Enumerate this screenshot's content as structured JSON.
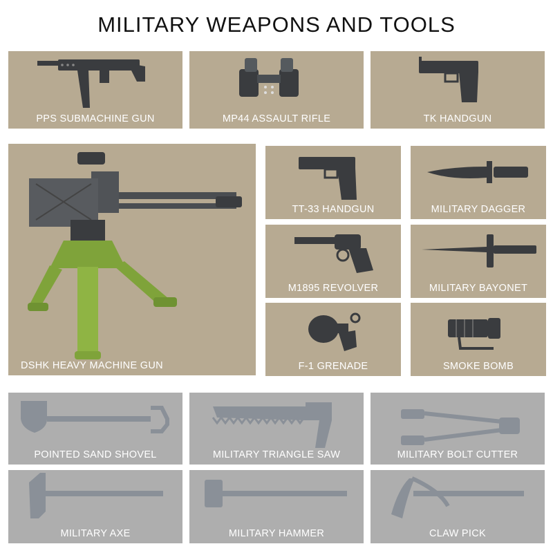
{
  "title": "MILITARY WEAPONS AND TOOLS",
  "colors": {
    "weapon_panel": "#b7aa92",
    "tool_panel": "#aeaeae",
    "weapon_part": "#3a3c3f",
    "tool_part": "#8a9098",
    "tripod": "#7fa33a"
  },
  "items": [
    {
      "label": "PPS SUBMACHINE GUN",
      "icon": "submachine-gun"
    },
    {
      "label": "MP44 ASSAULT RIFLE",
      "icon": "binoculars"
    },
    {
      "label": "TK HANDGUN",
      "icon": "handgun"
    },
    {
      "label": "DSHK HEAVY MACHINE GUN",
      "icon": "heavy-machine-gun"
    },
    {
      "label": "TT-33  HANDGUN",
      "icon": "handgun"
    },
    {
      "label": "MILITARY DAGGER",
      "icon": "dagger"
    },
    {
      "label": "M1895 REVOLVER",
      "icon": "revolver"
    },
    {
      "label": "MILITARY BAYONET",
      "icon": "bayonet"
    },
    {
      "label": "F-1 GRENADE",
      "icon": "grenade"
    },
    {
      "label": "SMOKE BOMB",
      "icon": "smoke-bomb"
    },
    {
      "label": "POINTED SAND SHOVEL",
      "icon": "shovel"
    },
    {
      "label": "MILITARY TRIANGLE SAW",
      "icon": "saw"
    },
    {
      "label": "MILITARY BOLT CUTTER",
      "icon": "bolt-cutter"
    },
    {
      "label": "MILITARY AXE",
      "icon": "axe"
    },
    {
      "label": "MILITARY HAMMER",
      "icon": "hammer"
    },
    {
      "label": "CLAW PICK",
      "icon": "pick"
    }
  ]
}
